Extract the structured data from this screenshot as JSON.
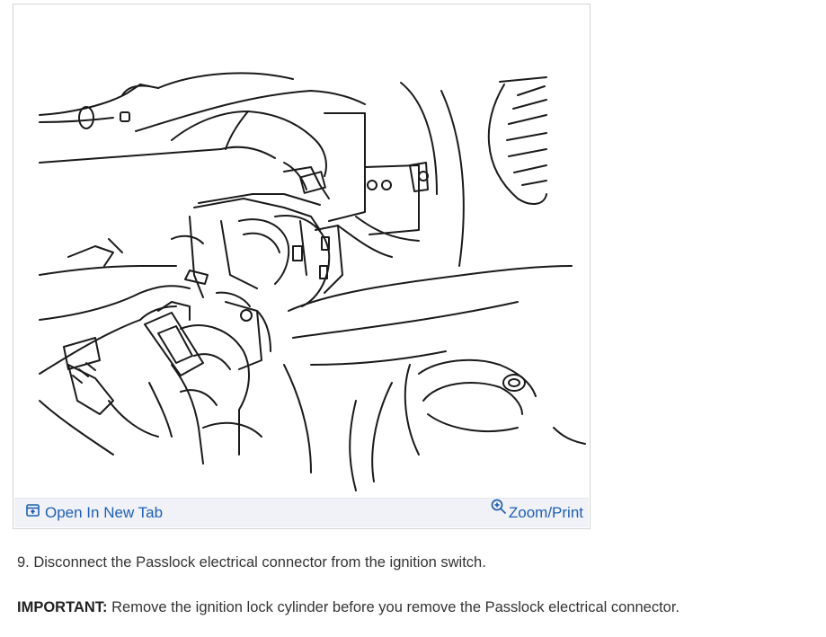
{
  "figure": {
    "open_tab_label": "Open In New Tab",
    "zoom_label": "Zoom/Print",
    "open_tab_icon": "open-new-tab-icon",
    "zoom_icon": "zoom-in-icon",
    "toolbar_link_color": "#1f5fb4",
    "toolbar_bg_color": "#f0f2f7"
  },
  "content": {
    "step": "9. Disconnect the Passlock electrical connector from the ignition switch.",
    "important_label": "IMPORTANT:",
    "important_text": "Remove the ignition lock cylinder before you remove the Passlock electrical connector."
  }
}
